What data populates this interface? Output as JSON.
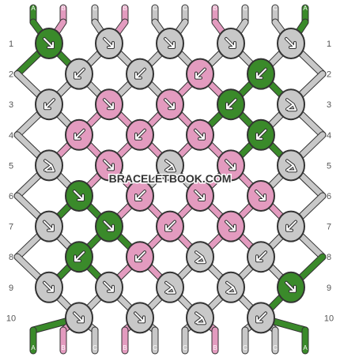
{
  "watermark": "BRACELETBOOK.COM",
  "colors": {
    "A": "#3a8a2a",
    "B": "#e39bbf",
    "C": "#c8c8c8",
    "outline": "#333333",
    "arrow": "#ffffff"
  },
  "top_strings": [
    "A",
    "B",
    "C",
    "B",
    "C",
    "C",
    "B",
    "C",
    "C",
    "A"
  ],
  "bottom_strings": [
    "A",
    "B",
    "C",
    "B",
    "C",
    "C",
    "B",
    "C",
    "C",
    "A"
  ],
  "row_labels": [
    "1",
    "2",
    "3",
    "4",
    "5",
    "6",
    "7",
    "8",
    "9",
    "10"
  ],
  "rows": [
    [
      {
        "c": "A",
        "d": "br"
      },
      {
        "c": "C",
        "d": "br"
      },
      {
        "c": "C",
        "d": "br"
      },
      {
        "c": "C",
        "d": "br"
      },
      {
        "c": "C",
        "d": "br"
      }
    ],
    [
      {
        "c": "C",
        "d": "bl"
      },
      {
        "c": "C",
        "d": "bl"
      },
      {
        "c": "B",
        "d": "bl"
      },
      {
        "c": "A",
        "d": "bl"
      }
    ],
    [
      {
        "c": "C",
        "d": "bl"
      },
      {
        "c": "B",
        "d": "br"
      },
      {
        "c": "B",
        "d": "br"
      },
      {
        "c": "A",
        "d": "bl"
      },
      {
        "c": "C",
        "d": "rb"
      }
    ],
    [
      {
        "c": "B",
        "d": "bl"
      },
      {
        "c": "B",
        "d": "bl"
      },
      {
        "c": "B",
        "d": "br"
      },
      {
        "c": "A",
        "d": "bl"
      }
    ],
    [
      {
        "c": "C",
        "d": "rb"
      },
      {
        "c": "B",
        "d": "br"
      },
      {
        "c": "C",
        "d": "rb"
      },
      {
        "c": "B",
        "d": "br"
      },
      {
        "c": "C",
        "d": "rb"
      }
    ],
    [
      {
        "c": "A",
        "d": "br"
      },
      {
        "c": "B",
        "d": "bl"
      },
      {
        "c": "B",
        "d": "br"
      },
      {
        "c": "B",
        "d": "br"
      }
    ],
    [
      {
        "c": "C",
        "d": "br"
      },
      {
        "c": "A",
        "d": "br"
      },
      {
        "c": "B",
        "d": "bl"
      },
      {
        "c": "B",
        "d": "br"
      },
      {
        "c": "C",
        "d": "bl"
      }
    ],
    [
      {
        "c": "A",
        "d": "bl"
      },
      {
        "c": "B",
        "d": "bl"
      },
      {
        "c": "C",
        "d": "rb"
      },
      {
        "c": "C",
        "d": "bl"
      }
    ],
    [
      {
        "c": "C",
        "d": "br"
      },
      {
        "c": "C",
        "d": "br"
      },
      {
        "c": "C",
        "d": "rb"
      },
      {
        "c": "C",
        "d": "rb"
      },
      {
        "c": "A",
        "d": "br"
      }
    ],
    [
      {
        "c": "C",
        "d": "br"
      },
      {
        "c": "C",
        "d": "br"
      },
      {
        "c": "C",
        "d": "rb"
      },
      {
        "c": "C",
        "d": "bl"
      }
    ]
  ]
}
